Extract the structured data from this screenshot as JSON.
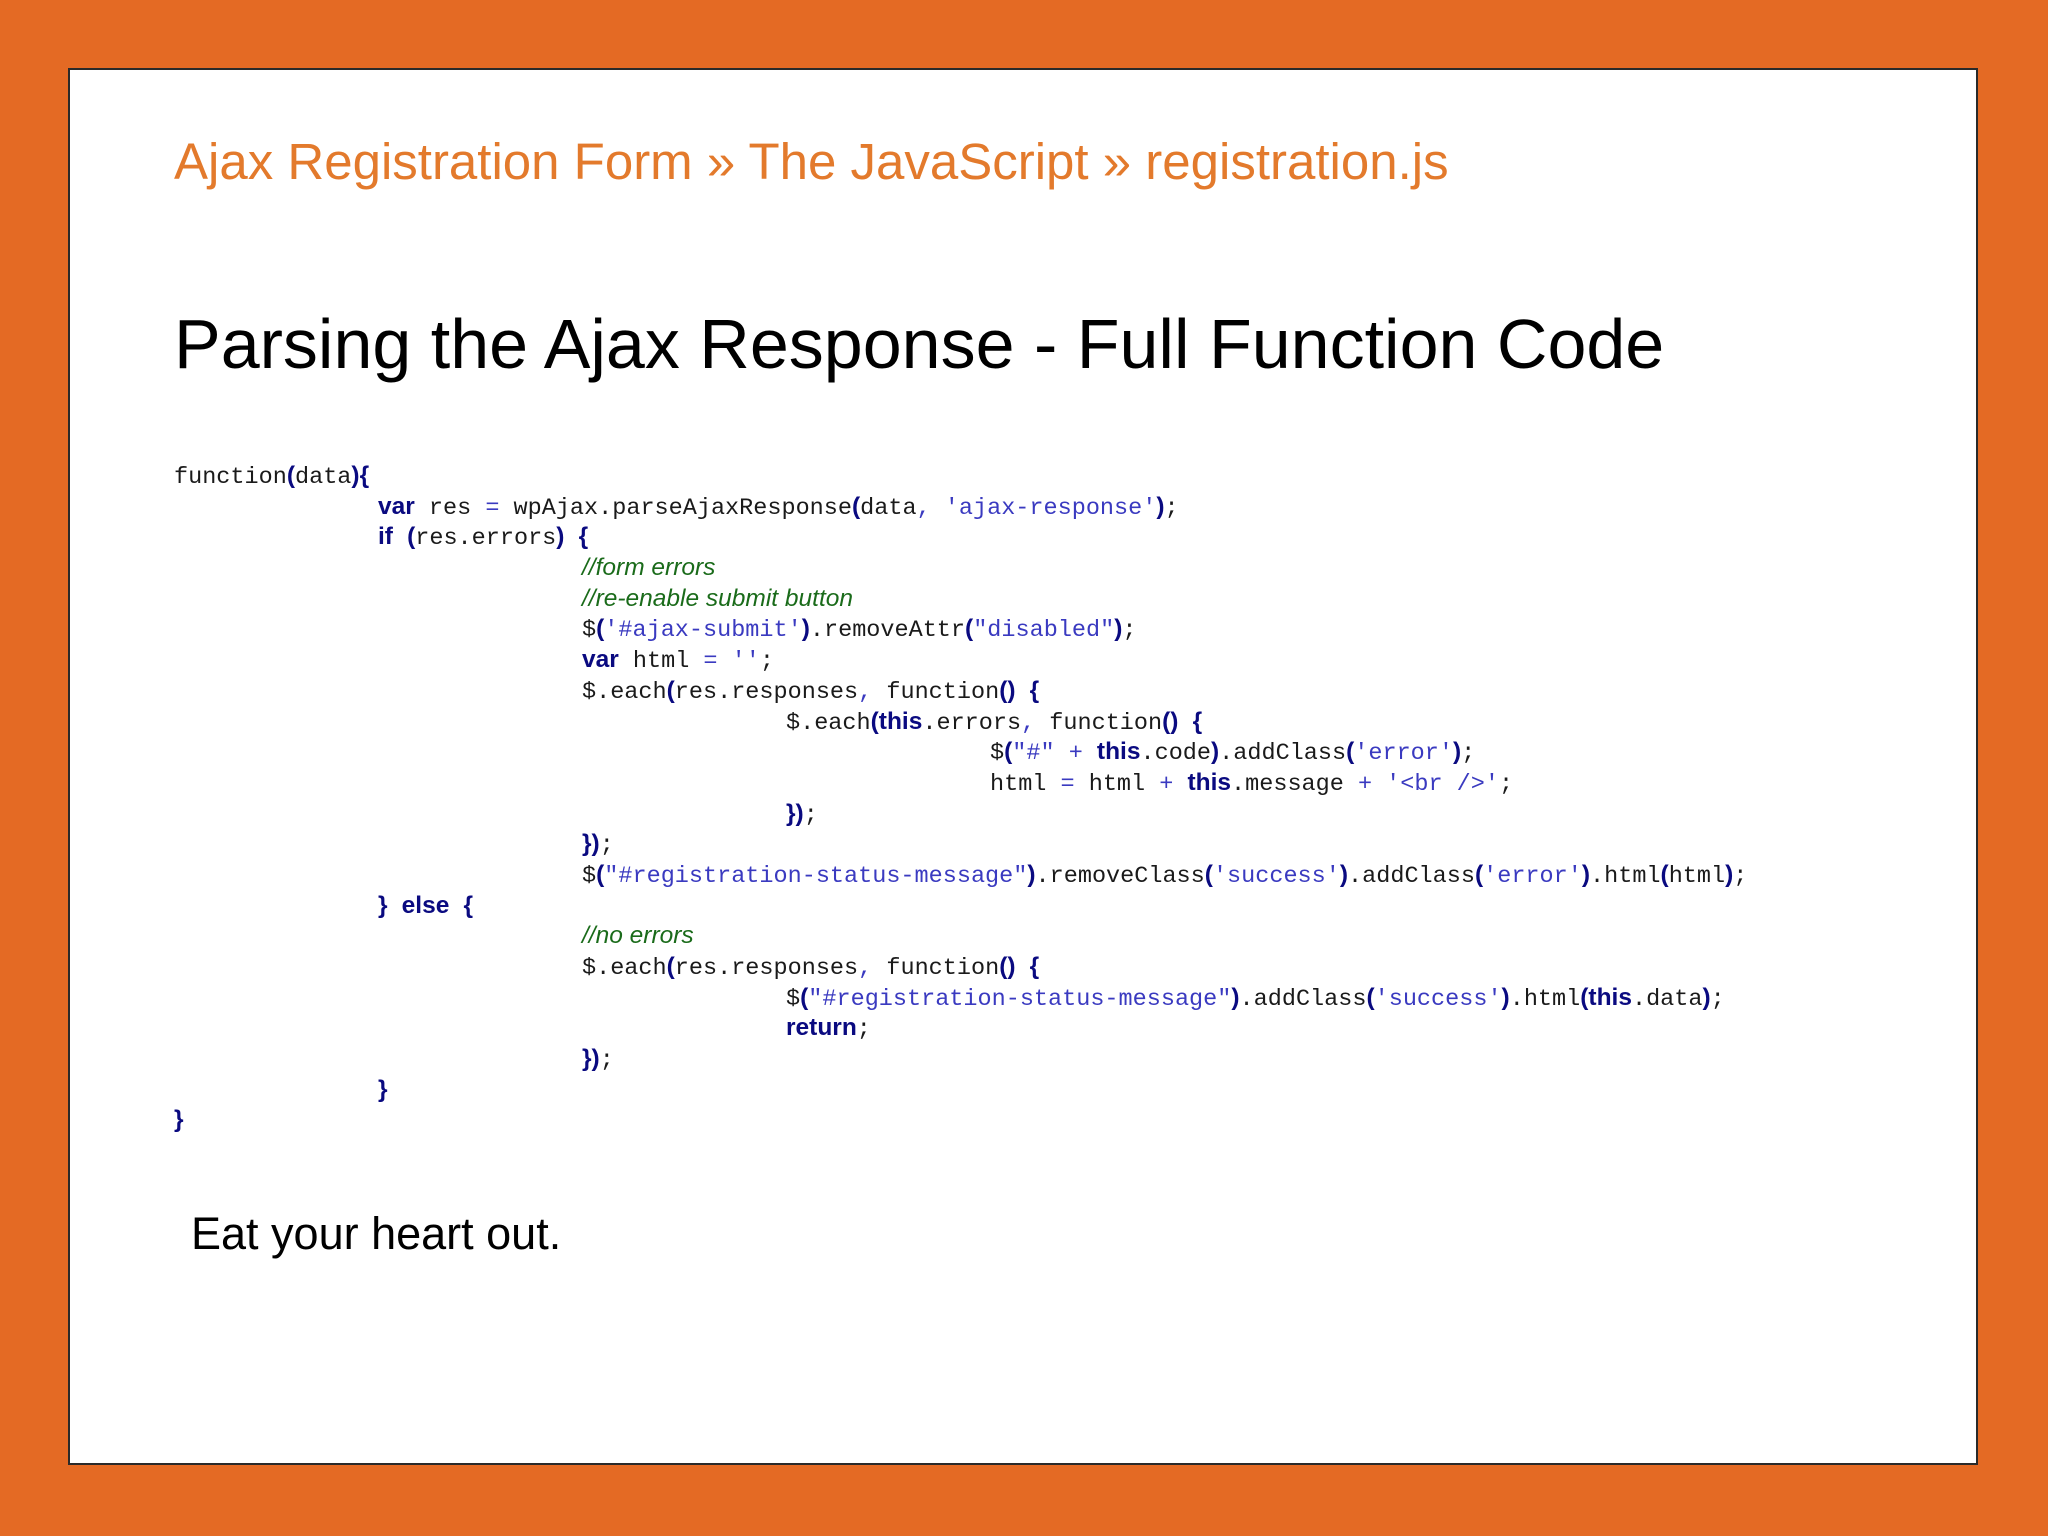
{
  "slide": {
    "breadcrumb": "Ajax Registration Form » The JavaScript » registration.js",
    "title": "Parsing the Ajax Response - Full Function Code",
    "caption": "Eat your heart out."
  },
  "code": {
    "language": "javascript",
    "lines": [
      {
        "indent": 0,
        "tokens": [
          [
            "mono",
            "function"
          ],
          [
            "pn",
            "("
          ],
          [
            "mono",
            "data"
          ],
          [
            "pn",
            "){"
          ]
        ]
      },
      {
        "indent": 1,
        "tokens": [
          [
            "kw",
            "var"
          ],
          [
            "mono",
            " res "
          ],
          [
            "op",
            "="
          ],
          [
            "mono",
            " wpAjax.parseAjaxResponse"
          ],
          [
            "pn",
            "("
          ],
          [
            "mono",
            "data"
          ],
          [
            "op",
            ", "
          ],
          [
            "st",
            "'ajax-response'"
          ],
          [
            "pn",
            ")"
          ],
          [
            "mono",
            ";"
          ]
        ]
      },
      {
        "indent": 1,
        "tokens": [
          [
            "kw",
            "if"
          ],
          [
            "mono",
            " "
          ],
          [
            "pn",
            "("
          ],
          [
            "mono",
            "res.errors"
          ],
          [
            "pn",
            ")"
          ],
          [
            "mono",
            " "
          ],
          [
            "pn",
            "{"
          ]
        ]
      },
      {
        "indent": 2,
        "tokens": [
          [
            "cm",
            "//form errors"
          ]
        ]
      },
      {
        "indent": 2,
        "tokens": [
          [
            "cm",
            "//re-enable submit button"
          ]
        ]
      },
      {
        "indent": 2,
        "tokens": [
          [
            "mono",
            "$"
          ],
          [
            "pn",
            "("
          ],
          [
            "st",
            "'#ajax-submit'"
          ],
          [
            "pn",
            ")"
          ],
          [
            "mono",
            ".removeAttr"
          ],
          [
            "pn",
            "("
          ],
          [
            "st",
            "\"disabled\""
          ],
          [
            "pn",
            ")"
          ],
          [
            "mono",
            ";"
          ]
        ]
      },
      {
        "indent": 2,
        "tokens": [
          [
            "kw",
            "var"
          ],
          [
            "mono",
            " html "
          ],
          [
            "op",
            "="
          ],
          [
            "mono",
            " "
          ],
          [
            "st",
            "''"
          ],
          [
            "mono",
            ";"
          ]
        ]
      },
      {
        "indent": 2,
        "tokens": [
          [
            "mono",
            "$.each"
          ],
          [
            "pn",
            "("
          ],
          [
            "mono",
            "res.responses"
          ],
          [
            "op",
            ", "
          ],
          [
            "mono",
            "function"
          ],
          [
            "pn",
            "()"
          ],
          [
            "mono",
            " "
          ],
          [
            "pn",
            "{"
          ]
        ]
      },
      {
        "indent": 3,
        "tokens": [
          [
            "mono",
            "$.each"
          ],
          [
            "pn",
            "("
          ],
          [
            "kw",
            "this"
          ],
          [
            "mono",
            ".errors"
          ],
          [
            "op",
            ", "
          ],
          [
            "mono",
            "function"
          ],
          [
            "pn",
            "()"
          ],
          [
            "mono",
            " "
          ],
          [
            "pn",
            "{"
          ]
        ]
      },
      {
        "indent": 4,
        "tokens": [
          [
            "mono",
            "$"
          ],
          [
            "pn",
            "("
          ],
          [
            "st",
            "\"#\""
          ],
          [
            "mono",
            " "
          ],
          [
            "op",
            "+"
          ],
          [
            "mono",
            " "
          ],
          [
            "kw",
            "this"
          ],
          [
            "mono",
            ".code"
          ],
          [
            "pn",
            ")"
          ],
          [
            "mono",
            ".addClass"
          ],
          [
            "pn",
            "("
          ],
          [
            "st",
            "'error'"
          ],
          [
            "pn",
            ")"
          ],
          [
            "mono",
            ";"
          ]
        ]
      },
      {
        "indent": 4,
        "tokens": [
          [
            "mono",
            "html "
          ],
          [
            "op",
            "="
          ],
          [
            "mono",
            " html "
          ],
          [
            "op",
            "+"
          ],
          [
            "mono",
            " "
          ],
          [
            "kw",
            "this"
          ],
          [
            "mono",
            ".message "
          ],
          [
            "op",
            "+"
          ],
          [
            "mono",
            " "
          ],
          [
            "st",
            "'<br />'"
          ],
          [
            "mono",
            ";"
          ]
        ]
      },
      {
        "indent": 3,
        "tokens": [
          [
            "pn",
            "})"
          ],
          [
            "mono",
            ";"
          ]
        ]
      },
      {
        "indent": 2,
        "tokens": [
          [
            "pn",
            "})"
          ],
          [
            "mono",
            ";"
          ]
        ]
      },
      {
        "indent": 2,
        "tokens": [
          [
            "mono",
            "$"
          ],
          [
            "pn",
            "("
          ],
          [
            "st",
            "\"#registration-status-message\""
          ],
          [
            "pn",
            ")"
          ],
          [
            "mono",
            ".removeClass"
          ],
          [
            "pn",
            "("
          ],
          [
            "st",
            "'success'"
          ],
          [
            "pn",
            ")"
          ],
          [
            "mono",
            ".addClass"
          ],
          [
            "pn",
            "("
          ],
          [
            "st",
            "'error'"
          ],
          [
            "pn",
            ")"
          ],
          [
            "mono",
            ".html"
          ],
          [
            "pn",
            "("
          ],
          [
            "mono",
            "html"
          ],
          [
            "pn",
            ")"
          ],
          [
            "mono",
            ";"
          ]
        ]
      },
      {
        "indent": 1,
        "tokens": [
          [
            "pn",
            "}"
          ],
          [
            "mono",
            " "
          ],
          [
            "kw",
            "else"
          ],
          [
            "mono",
            " "
          ],
          [
            "pn",
            "{"
          ]
        ]
      },
      {
        "indent": 2,
        "tokens": [
          [
            "cm",
            "//no errors"
          ]
        ]
      },
      {
        "indent": 2,
        "tokens": [
          [
            "mono",
            "$.each"
          ],
          [
            "pn",
            "("
          ],
          [
            "mono",
            "res.responses"
          ],
          [
            "op",
            ", "
          ],
          [
            "mono",
            "function"
          ],
          [
            "pn",
            "()"
          ],
          [
            "mono",
            " "
          ],
          [
            "pn",
            "{"
          ]
        ]
      },
      {
        "indent": 3,
        "tokens": [
          [
            "mono",
            "$"
          ],
          [
            "pn",
            "("
          ],
          [
            "st",
            "\"#registration-status-message\""
          ],
          [
            "pn",
            ")"
          ],
          [
            "mono",
            ".addClass"
          ],
          [
            "pn",
            "("
          ],
          [
            "st",
            "'success'"
          ],
          [
            "pn",
            ")"
          ],
          [
            "mono",
            ".html"
          ],
          [
            "pn",
            "("
          ],
          [
            "kw",
            "this"
          ],
          [
            "mono",
            ".data"
          ],
          [
            "pn",
            ")"
          ],
          [
            "mono",
            ";"
          ]
        ]
      },
      {
        "indent": 3,
        "tokens": [
          [
            "kw",
            "return"
          ],
          [
            "mono",
            ";"
          ]
        ]
      },
      {
        "indent": 2,
        "tokens": [
          [
            "pn",
            "})"
          ],
          [
            "mono",
            ";"
          ]
        ]
      },
      {
        "indent": 1,
        "tokens": [
          [
            "pn",
            "}"
          ]
        ]
      },
      {
        "indent": 0,
        "tokens": [
          [
            "pn",
            "}"
          ]
        ]
      }
    ]
  },
  "colors": {
    "background": "#e46a24",
    "slide": "#ffffff",
    "breadcrumb": "#e37a2c",
    "keyword": "#0a0a80",
    "string": "#3a3ac0",
    "comment": "#1a6b1a"
  }
}
